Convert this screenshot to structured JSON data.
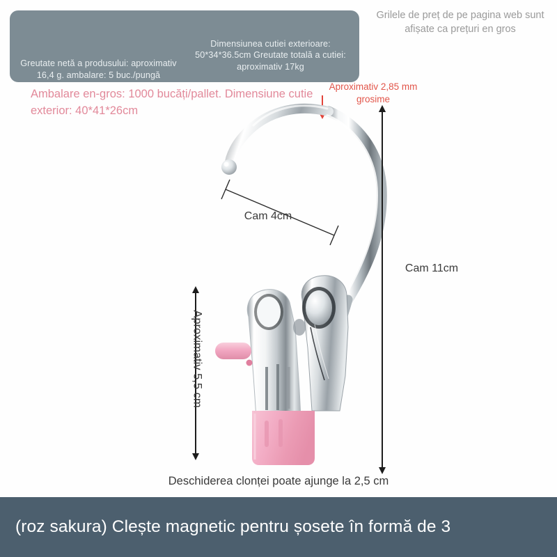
{
  "info_panel": {
    "columns": [
      "Greutate netă a produsului: aproximativ 16,4 g. ambalare: 5 buc./pungă",
      "Dimensiunea cutiei exterioare: 50*34*36.5cm Greutate totală a cutiei: aproximativ 17kg"
    ],
    "background_color": "#7d8c94",
    "text_color": "#e9eef0"
  },
  "header_note": "Grilele de preț de pe pagina web sunt afișate ca prețuri en gros",
  "wholesale_note": "Ambalare en-gros: 1000 bucăți/pallet. Dimensiune cutie exterior: 40*41*26cm",
  "wholesale_color": "#e2899a",
  "thickness_note": "Aproximativ 2,85 mm grosime",
  "thickness_color": "#e2554a",
  "dimensions": {
    "hook_width_label": "Cam 4cm",
    "total_height_label": "Cam 11cm",
    "clip_height_label": "Aproximativ 5,5 cm",
    "jaw_opening_caption": "Deschiderea clonței poate ajunge la 2,5 cm"
  },
  "banner": {
    "title": "(roz sakura) Clește magnetic pentru șosete în formă de 3",
    "background_color": "#4c5f6e",
    "text_color": "#ffffff"
  },
  "product": {
    "metal_color": "#d9dde0",
    "pink_color": "#f0a8bf",
    "pink_dark": "#e08da8"
  }
}
